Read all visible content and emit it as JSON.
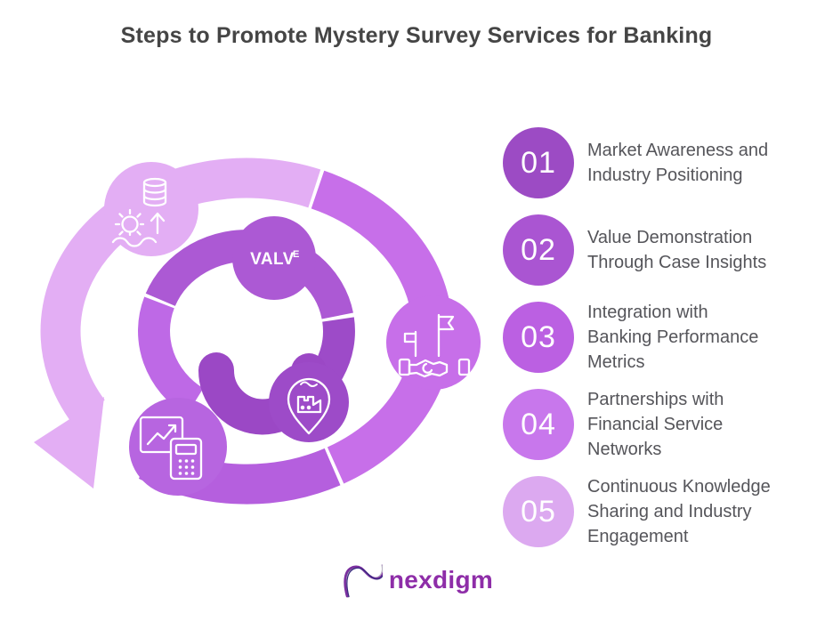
{
  "title": "Steps to Promote Mystery Survey Services for Banking",
  "steps": [
    {
      "number": "01",
      "label": "Market Awareness and\nIndustry Positioning",
      "color": "#9C4BC4"
    },
    {
      "number": "02",
      "label": "Value Demonstration\nThrough Case Insights",
      "color": "#AA55D2"
    },
    {
      "number": "03",
      "label": "Integration with\nBanking Performance\nMetrics",
      "color": "#BB60E2"
    },
    {
      "number": "04",
      "label": "Partnerships with\nFinancial Service\nNetworks",
      "color": "#C877EC"
    },
    {
      "number": "05",
      "label": "Continuous Knowledge\nSharing and Industry\nEngagement",
      "color": "#DCA9F0"
    }
  ],
  "spiral": {
    "center_label": "VALV",
    "center_label_sup": "E",
    "icons": [
      "data-growth-icon",
      "partnership-handshake-icon",
      "metrics-calculator-icon",
      "factory-location-pin-icon"
    ],
    "colors": {
      "outer_light": "#E3AEF4",
      "outer_medium": "#C76FE9",
      "outer_bright": "#B55FDE",
      "middle_medium": "#AC59D4",
      "middle_dark": "#9D4BC8",
      "middle_bright": "#BE69E6",
      "inner_dark": "#9B48C5",
      "chart_bubble": "#B765E0",
      "icon_stroke": "#FFFFFF"
    }
  },
  "footer": {
    "logo_text": "nexdigm",
    "logo_color": "#8E2DA8"
  }
}
